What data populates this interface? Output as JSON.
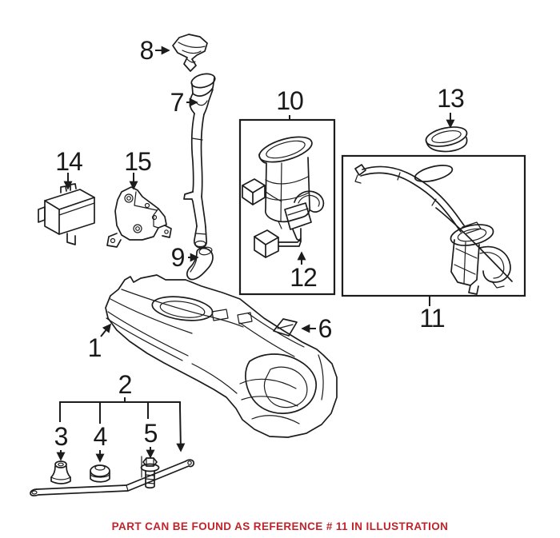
{
  "illustration": {
    "background_color": "#ffffff",
    "line_color": "#1c1c1c",
    "part_labels": {
      "p1": "1",
      "p2": "2",
      "p3": "3",
      "p4": "4",
      "p5": "5",
      "p6": "6",
      "p7": "7",
      "p8": "8",
      "p9": "9",
      "p10": "10",
      "p11": "11",
      "p12": "12",
      "p13": "13",
      "p14": "14",
      "p15": "15"
    }
  },
  "footer": {
    "note": "PART CAN BE FOUND AS REFERENCE # 11 IN ILLUSTRATION",
    "color": "#c2232a"
  }
}
